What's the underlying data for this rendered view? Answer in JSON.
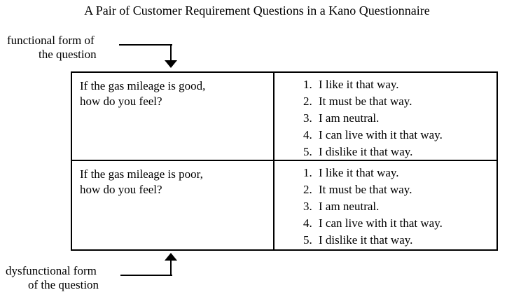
{
  "title": "A Pair of Customer Requirement Questions in a Kano Questionnaire",
  "annotations": {
    "functional": {
      "line1": "functional form of",
      "line2": "the question"
    },
    "dysfunctional": {
      "line1": "dysfunctional form",
      "line2": "of the question"
    }
  },
  "table": {
    "rows": [
      {
        "question": {
          "line1": "If the gas mileage is good,",
          "line2": "how do you feel?"
        },
        "options": [
          {
            "num": "1.",
            "text": "I like it that way."
          },
          {
            "num": "2.",
            "text": "It must be that way."
          },
          {
            "num": "3.",
            "text": "I am neutral."
          },
          {
            "num": "4.",
            "text": "I can live with it that way."
          },
          {
            "num": "5.",
            "text": "I dislike it that way."
          }
        ]
      },
      {
        "question": {
          "line1": "If the gas mileage is poor,",
          "line2": "how do you feel?"
        },
        "options": [
          {
            "num": "1.",
            "text": "I like it that way."
          },
          {
            "num": "2.",
            "text": "It must be that way."
          },
          {
            "num": "3.",
            "text": "I am neutral."
          },
          {
            "num": "4.",
            "text": "I can live with it that way."
          },
          {
            "num": "5.",
            "text": "I dislike it that way."
          }
        ]
      }
    ]
  },
  "colors": {
    "ink": "#000000",
    "background": "#ffffff"
  }
}
